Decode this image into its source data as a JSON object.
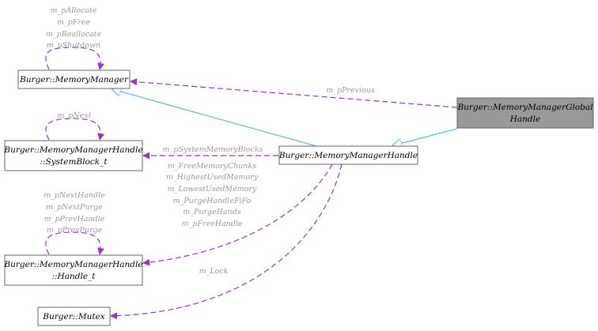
{
  "colors": {
    "inheritance_edge": "#63b8ff",
    "member_edge": "#9a32cd",
    "edge_label_text": "#9a9a9a",
    "node_border": "#666666",
    "highlight_fill": "#999999"
  },
  "nodes": {
    "memory_manager": {
      "label": "Burger::MemoryManager"
    },
    "system_block": {
      "line1": "Burger::MemoryManagerHandle",
      "line2": "::SystemBlock_t"
    },
    "handle_t": {
      "line1": "Burger::MemoryManagerHandle",
      "line2": "::Handle_t"
    },
    "mutex": {
      "label": "Burger::Mutex"
    },
    "memory_manager_handle": {
      "label": "Burger::MemoryManagerHandle"
    },
    "memory_manager_global": {
      "line1": "Burger::MemoryManagerGlobal",
      "line2": "Handle"
    }
  },
  "edge_labels": {
    "memory_manager_self": [
      "m_pAllocate",
      "m_pFree",
      "m_pReallocate",
      "m_pShutdown"
    ],
    "system_block_self": [
      "m_pNext"
    ],
    "handle_t_self": [
      "m_pNextHandle",
      "m_pNextPurge",
      "m_pPrevHandle",
      "m_pPrevPurge"
    ],
    "previous": [
      "m_pPrevious"
    ],
    "system_memory_blocks": [
      "m_pSystemMemoryBlocks"
    ],
    "handle_members": [
      "m_FreeMemoryChunks",
      "m_HighestUsedMemory",
      "m_LowestUsedMemory",
      "m_PurgeHandleFiFo",
      "m_PurgeHands",
      "m_pFreeHandle"
    ],
    "lock": [
      "m_Lock"
    ]
  }
}
